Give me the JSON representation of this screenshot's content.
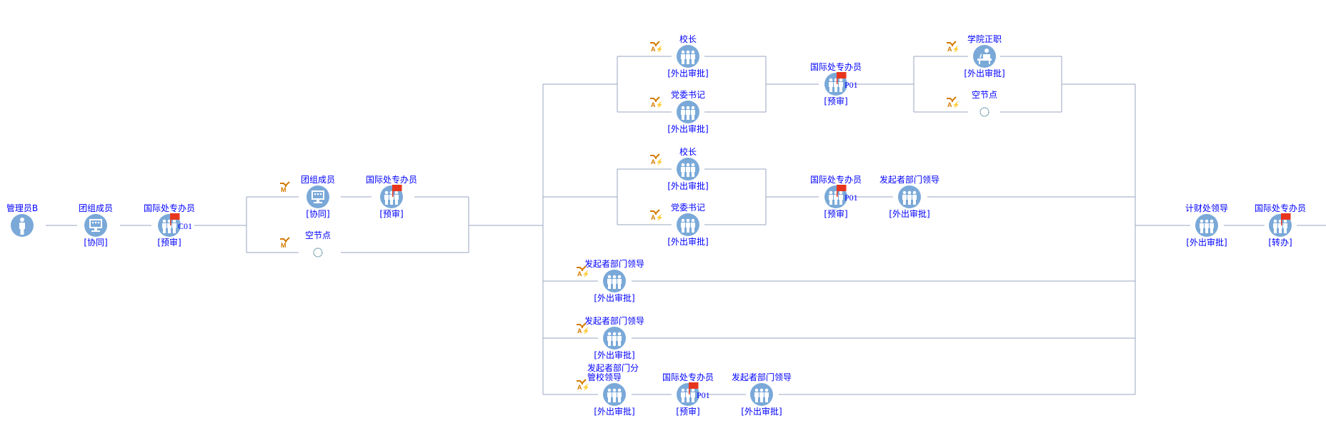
{
  "colors": {
    "line": "#9aa5c2",
    "icon": "#7aa9d8",
    "text": "#0000ff",
    "flag": "#e8361e",
    "marker": "#d47a00"
  },
  "nodes": [
    {
      "title": "管理员B",
      "sub": "",
      "icon": "person-icon"
    },
    {
      "title": "团组成员",
      "sub": "[协同]",
      "icon": "monitor-group-icon"
    },
    {
      "title": "国际处专办员",
      "sub": "[预审]",
      "icon": "group-icon",
      "flag": true,
      "badge": "C01"
    },
    {
      "title": "团组成员",
      "sub": "[协同]",
      "icon": "monitor-group-icon",
      "marker": "M"
    },
    {
      "title": "国际处专办员",
      "sub": "[预审]",
      "icon": "group-icon",
      "flag": true
    },
    {
      "title": "空节点",
      "sub": "",
      "icon": "empty-node-icon",
      "marker": "M"
    },
    {
      "title": "校长",
      "sub": "[外出审批]",
      "icon": "group-icon",
      "marker": "A"
    },
    {
      "title": "党委书记",
      "sub": "[外出审批]",
      "icon": "group-icon",
      "marker": "A"
    },
    {
      "title": "国际处专办员",
      "sub": "[预审]",
      "icon": "group-icon",
      "flag": true,
      "badge": "P01"
    },
    {
      "title": "学院正职",
      "sub": "[外出审批]",
      "icon": "desk-person-icon",
      "marker": "A"
    },
    {
      "title": "空节点",
      "sub": "",
      "icon": "empty-node-icon",
      "marker": "A"
    },
    {
      "title": "校长",
      "sub": "[外出审批]",
      "icon": "group-icon",
      "marker": "A"
    },
    {
      "title": "党委书记",
      "sub": "[外出审批]",
      "icon": "group-icon",
      "marker": "A"
    },
    {
      "title": "国际处专办员",
      "sub": "[预审]",
      "icon": "group-icon",
      "flag": true,
      "badge": "P01"
    },
    {
      "title": "发起者部门领导",
      "sub": "[外出审批]",
      "icon": "group-icon"
    },
    {
      "title": "发起者部门领导",
      "sub": "[外出审批]",
      "icon": "group-icon",
      "marker": "A"
    },
    {
      "title": "发起者部门领导",
      "sub": "[外出审批]",
      "icon": "group-icon",
      "marker": "A"
    },
    {
      "title": "发起者部门分管校领导",
      "sub": "[外出审批]",
      "icon": "group-icon",
      "marker": "A"
    },
    {
      "title": "国际处专办员",
      "sub": "[预审]",
      "icon": "group-icon",
      "flag": true,
      "badge": "P01"
    },
    {
      "title": "发起者部门领导",
      "sub": "[外出审批]",
      "icon": "group-icon"
    },
    {
      "title": "计财处领导",
      "sub": "[外出审批]",
      "icon": "group-icon"
    },
    {
      "title": "国际处专办员",
      "sub": "[转办]",
      "icon": "group-icon",
      "flag": true
    }
  ]
}
